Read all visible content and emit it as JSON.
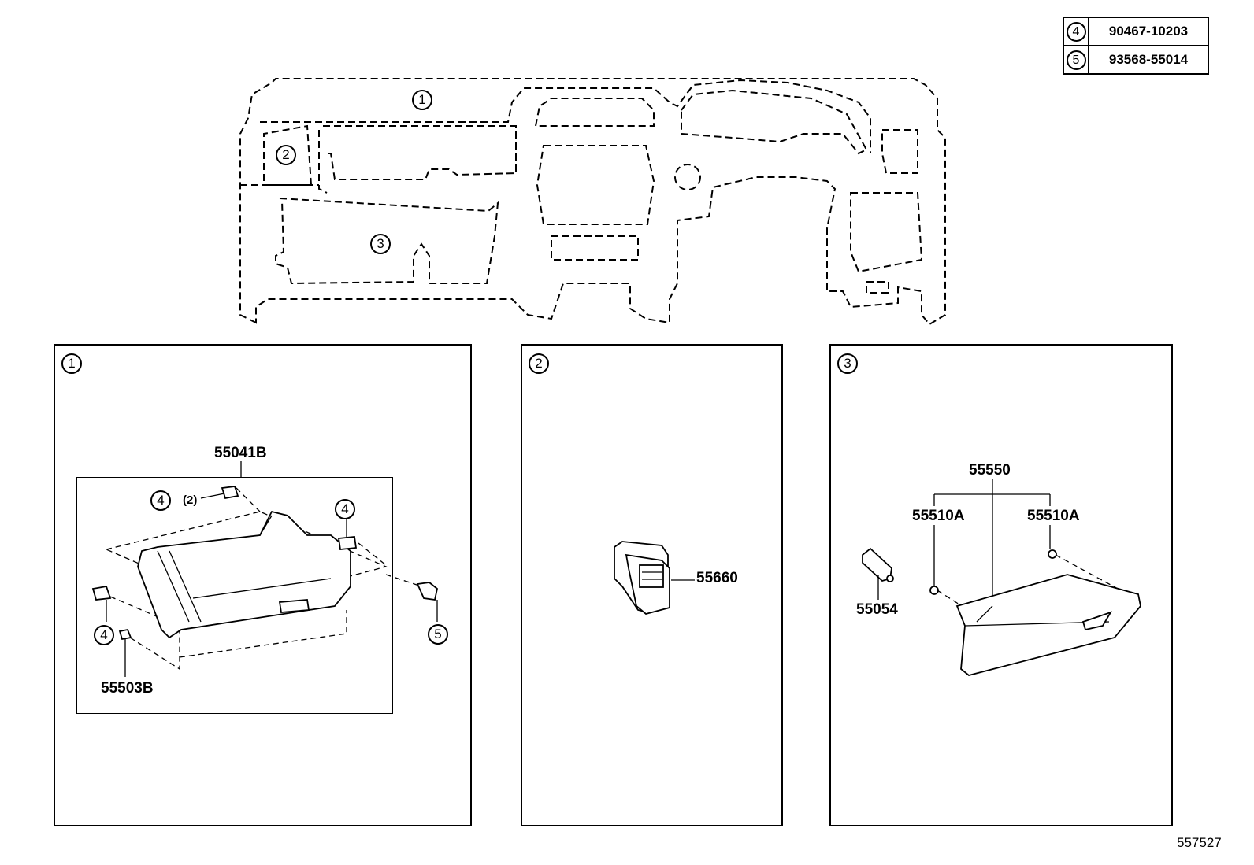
{
  "legend": [
    {
      "key": "4",
      "part_no": "90467-10203"
    },
    {
      "key": "5",
      "part_no": "93568-55014"
    }
  ],
  "overview": {
    "region_labels": [
      "1",
      "2",
      "3"
    ]
  },
  "panels": [
    {
      "key": "1",
      "labels": {
        "main": "55041B",
        "clip_qty_key": "4",
        "clip_qty": "(2)",
        "clip_right": "4",
        "clip_left": "4",
        "screw": "5",
        "bottom": "55503B"
      }
    },
    {
      "key": "2",
      "labels": {
        "main": "55660"
      }
    },
    {
      "key": "3",
      "labels": {
        "top": "55550",
        "left_sub": "55510A",
        "right_sub": "55510A",
        "lock": "55054"
      }
    }
  ],
  "figure_id": "557527"
}
